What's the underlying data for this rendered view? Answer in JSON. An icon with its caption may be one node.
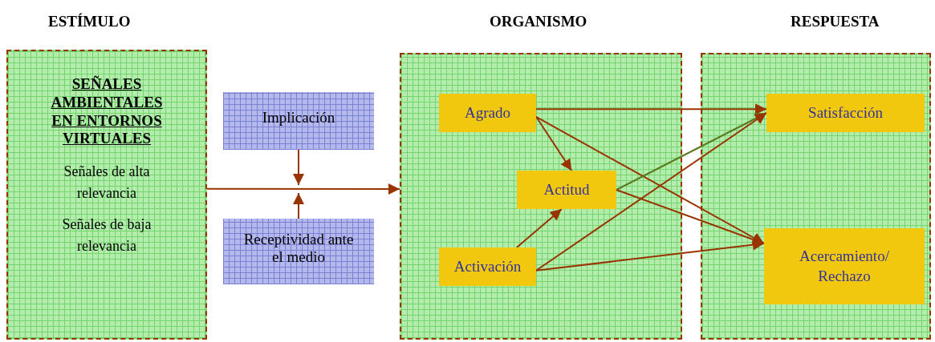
{
  "diagram": {
    "nodes": [
      {
        "text": [
          "ESTÍMULO",
          "SEÑALES AMBIENTALES EN ENTORNOS VIRTUALES",
          "Señales de alta relevancia",
          "Señales de baja relevancia"
        ]
      },
      {
        "text": [
          "Implicación"
        ]
      },
      {
        "text": [
          "Receptividad ante el medio"
        ]
      },
      {
        "text": [
          "ORGANISMO"
        ]
      },
      {
        "text": [
          "Agrado"
        ],
        "in": 3
      },
      {
        "text": [
          "Actitud"
        ],
        "in": 3
      },
      {
        "text": [
          "Activación"
        ],
        "in": 3
      },
      {
        "text": [
          "RESPUESTA"
        ]
      },
      {
        "text": [
          "Satisfacción"
        ],
        "in": 7
      },
      {
        "text": [
          "Acercamiento/ Rechazo"
        ],
        "in": 7
      }
    ],
    "edges": [
      {
        "from": 0,
        "to": 3,
        "arrow": "to"
      },
      {
        "from": 1,
        "to": null,
        "arrow": "to"
      },
      {
        "from": 2,
        "to": null,
        "arrow": "to"
      },
      {
        "from": 4,
        "to": 8,
        "arrow": "to"
      },
      {
        "from": 4,
        "to": 5,
        "arrow": "to"
      },
      {
        "from": 4,
        "to": 9,
        "arrow": "to"
      },
      {
        "from": 5,
        "to": 8,
        "arrow": "to",
        "color": "#5a7a20"
      },
      {
        "from": 5,
        "to": 9,
        "arrow": "to"
      },
      {
        "from": 6,
        "to": 5,
        "arrow": "to"
      },
      {
        "from": 6,
        "to": 8,
        "arrow": "to"
      },
      {
        "from": 6,
        "to": 9,
        "arrow": "to"
      }
    ]
  }
}
